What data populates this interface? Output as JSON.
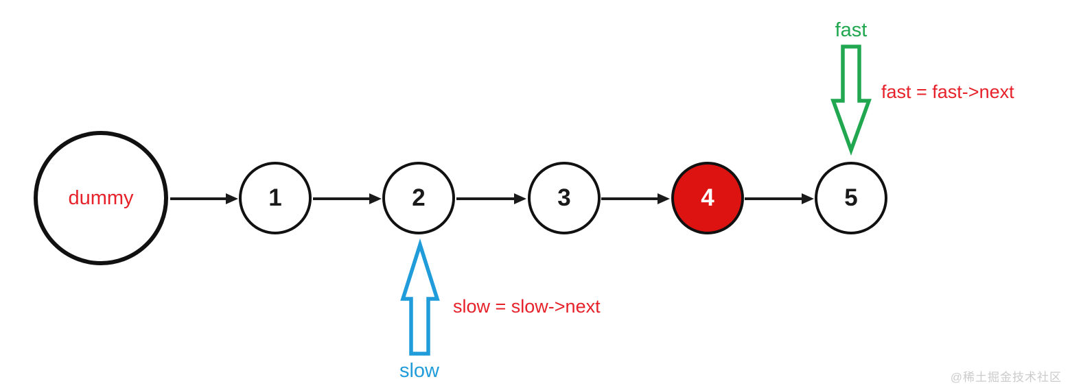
{
  "nodes": [
    {
      "label": "dummy",
      "role": "dummy-head",
      "highlighted": false
    },
    {
      "label": "1",
      "highlighted": false
    },
    {
      "label": "2",
      "highlighted": false
    },
    {
      "label": "3",
      "highlighted": false
    },
    {
      "label": "4",
      "highlighted": true
    },
    {
      "label": "5",
      "highlighted": false
    }
  ],
  "annotations": {
    "fast_label": "fast",
    "fast_statement": "fast = fast->next",
    "slow_label": "slow",
    "slow_statement": "slow = slow->next",
    "fast_points_to_node": "5",
    "slow_points_to_node": "2"
  },
  "watermark": "@稀土掘金技术社区",
  "colors": {
    "node_border": "#111111",
    "connector": "#1a1a1a",
    "highlight_fill": "#dd1312",
    "highlight_text": "#ffffff",
    "label_red": "#e62129",
    "fast_green": "#21a750",
    "slow_blue": "#1f9cd9",
    "watermark_gray": "#cbcbcb",
    "node_text": "#1a1a1a",
    "background": "#ffffff"
  }
}
